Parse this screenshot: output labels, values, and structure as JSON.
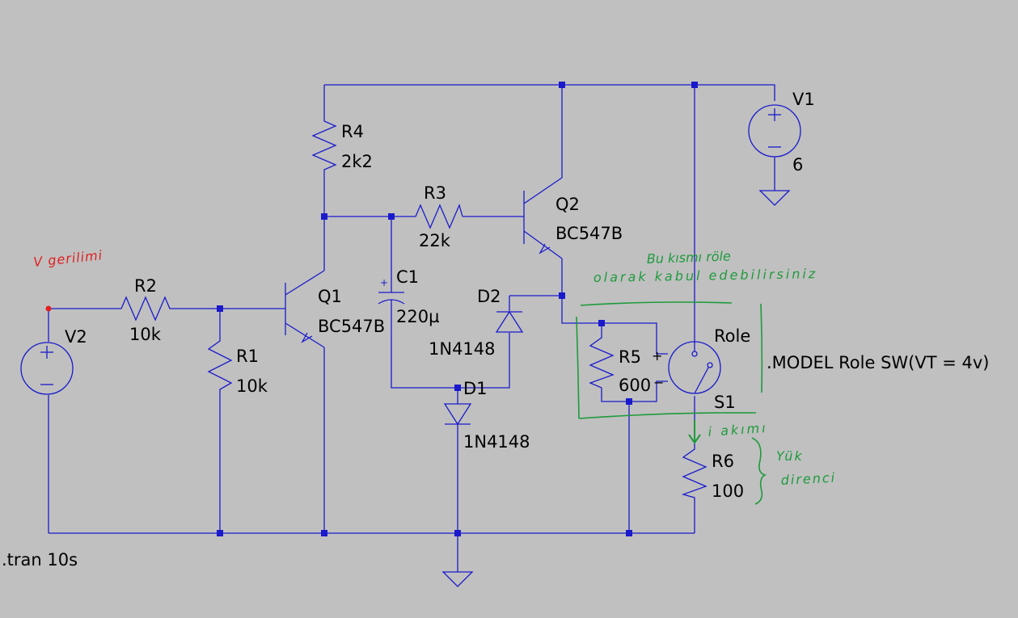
{
  "colors": {
    "background": "#c0c0c0",
    "wire": "#1a1acc",
    "label": "#000000",
    "annotation_green": "#1e9a3c",
    "annotation_red": "#e02020"
  },
  "components": {
    "V1": {
      "name": "V1",
      "value": "6"
    },
    "V2": {
      "name": "V2"
    },
    "R1": {
      "name": "R1",
      "value": "10k"
    },
    "R2": {
      "name": "R2",
      "value": "10k"
    },
    "R3": {
      "name": "R3",
      "value": "22k"
    },
    "R4": {
      "name": "R4",
      "value": "2k2"
    },
    "R5": {
      "name": "R5",
      "value": "600"
    },
    "R6": {
      "name": "R6",
      "value": "100"
    },
    "C1": {
      "name": "C1",
      "value": "220µ"
    },
    "Q1": {
      "name": "Q1",
      "value": "BC547B"
    },
    "Q2": {
      "name": "Q2",
      "value": "BC547B"
    },
    "D1": {
      "name": "D1",
      "value": "1N4148"
    },
    "D2": {
      "name": "D2",
      "value": "1N4148"
    },
    "S1": {
      "name": "S1",
      "value": "Role"
    }
  },
  "directives": {
    "model": ".MODEL Role SW(VT = 4v)",
    "tran": ".tran 10s"
  },
  "annotations": {
    "v_label": "V gerilimi",
    "relay_note_1": "Bu kısmı röle",
    "relay_note_2": "olarak kabul edebilirsiniz",
    "current_note": "i akımı",
    "load_note_1": "Yük",
    "load_note_2": "direnci"
  }
}
